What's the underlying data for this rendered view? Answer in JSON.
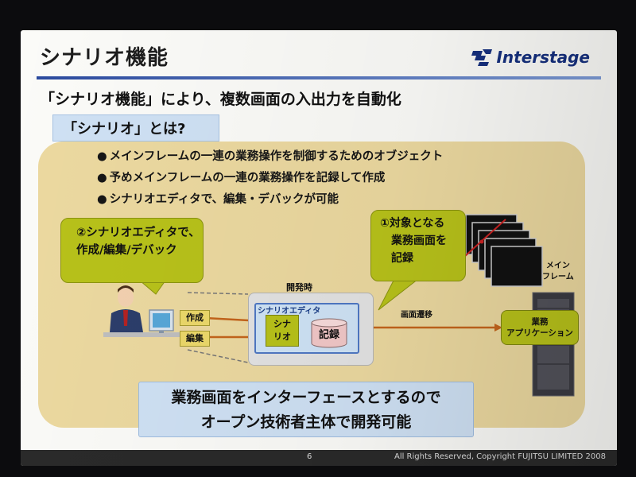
{
  "slide": {
    "title": "シナリオ機能",
    "brand": "Interstage",
    "subtitle": "「シナリオ機能」により、複数画面の入出力を自動化",
    "tag": "「シナリオ」とは?",
    "bullets": [
      "メインフレームの一連の業務操作を制御するためのオブジェクト",
      "予めメインフレームの一連の業務操作を記録して作成",
      "シナリオエディタで、編集・デバックが可能"
    ],
    "callout2": {
      "line1": "②シナリオエディタで、",
      "line2": "作成/編集/デバック"
    },
    "callout1": {
      "line1": "①対象となる",
      "line2": "業務画面を",
      "line3": "記録"
    },
    "dev_label": "開発時",
    "editor_label": "シナリオエディタ",
    "scenario_label_1": "シナ",
    "scenario_label_2": "リオ",
    "record_label": "記録",
    "create_label": "作成",
    "edit_label": "編集",
    "transition_label": "画面遷移",
    "app_label_1": "業務",
    "app_label_2": "アプリケーション",
    "mainframe_label_1": "メイン",
    "mainframe_label_2": "フレーム",
    "bottom_line1": "業務画面をインターフェースとするので",
    "bottom_line2": "オープン技術者主体で開発可能",
    "page_number": "6",
    "copyright": "All Rights Reserved, Copyright FUJITSU LIMITED 2008"
  },
  "colors": {
    "accent_blue": "#2b4a9e",
    "callout_green": "#b8c21a",
    "bubble_tan": "#ecd9a0",
    "light_blue": "#cfe1f4",
    "record_pink": "#f2c8c8",
    "arrow_orange": "#c4651c"
  }
}
